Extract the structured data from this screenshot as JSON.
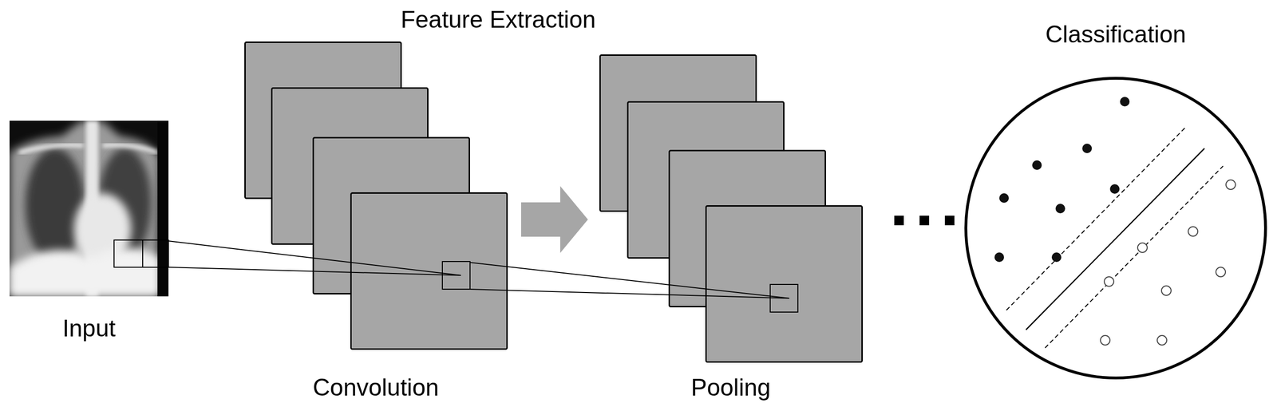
{
  "diagram": {
    "nodes": [
      {
        "text": [
          "Input"
        ]
      },
      {
        "text": [
          "Convolution"
        ]
      },
      {
        "text": [
          "Pooling"
        ]
      },
      {
        "text": [
          "Classification"
        ]
      }
    ],
    "edges": [
      {
        "from": 1,
        "to": 2,
        "arrow": "to"
      }
    ],
    "labels": [
      "Feature Extraction"
    ]
  }
}
